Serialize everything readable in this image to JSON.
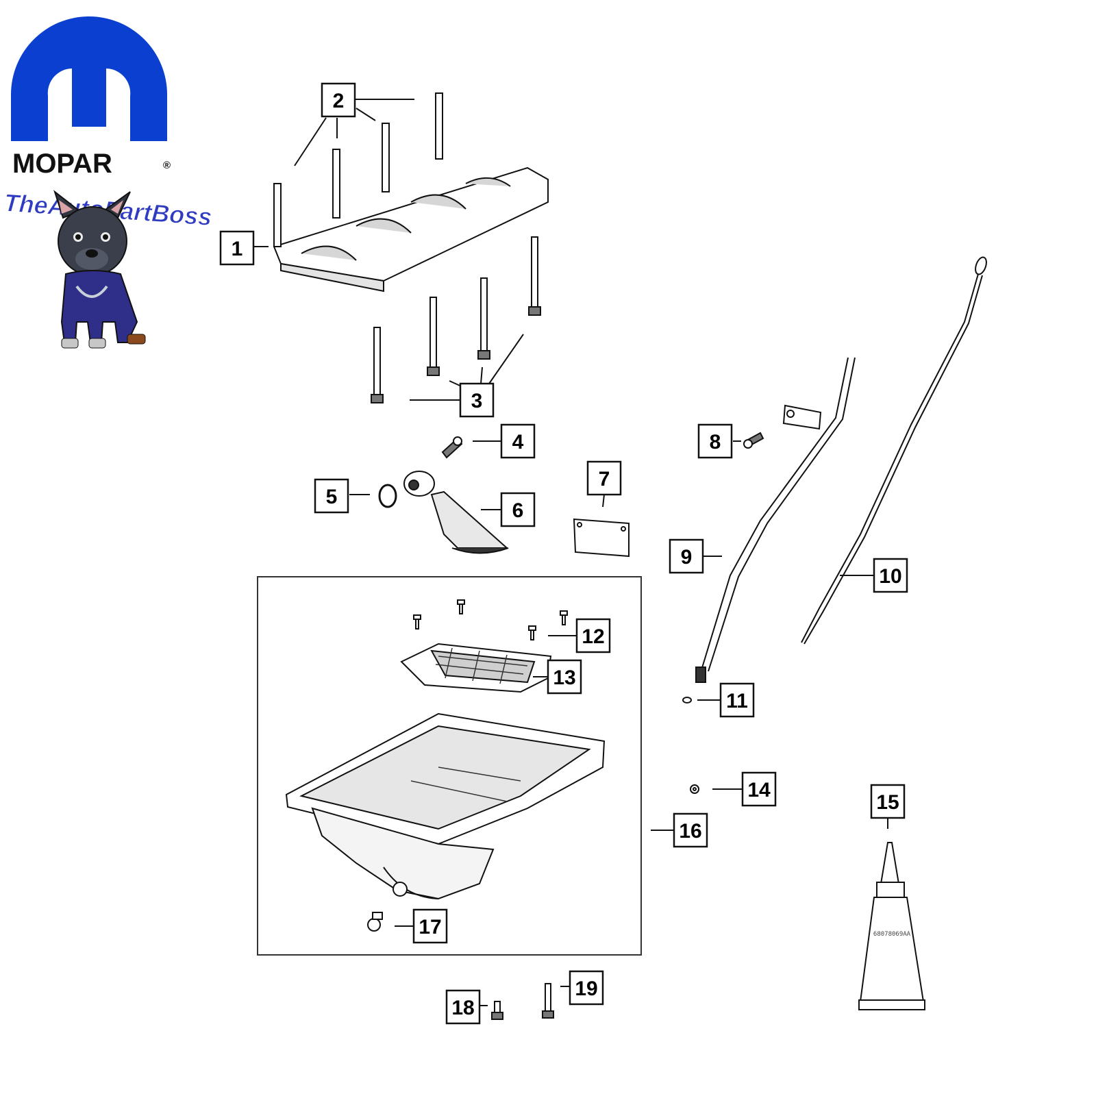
{
  "logo": {
    "wordmark": "MOPAR",
    "registered": "®",
    "seller": "TheAutoPartBoss",
    "brand_color": "#0a3fcf",
    "seller_color": "#2f3bc0"
  },
  "callouts": [
    "1",
    "2",
    "3",
    "4",
    "5",
    "6",
    "7",
    "8",
    "9",
    "10",
    "11",
    "12",
    "13",
    "14",
    "15",
    "16",
    "17",
    "18",
    "19"
  ],
  "tube_text": "68078069AA",
  "colors": {
    "line": "#111111",
    "part_shade": "#d9d9d9",
    "frame": "#333333"
  }
}
